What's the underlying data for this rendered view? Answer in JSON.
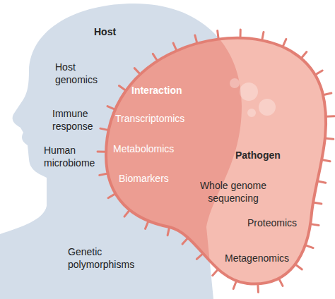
{
  "diagram": {
    "nodes": [
      {
        "text": [
          "Host",
          "Host genomics",
          "Immune response",
          "Human microbiome",
          "Genetic polymorphisms"
        ]
      },
      {
        "text": [
          "Interaction",
          "Transcriptomics",
          "Metabolomics",
          "Biomarkers",
          "Pathogen",
          "Proteomics",
          "Metagenomics"
        ]
      },
      {
        "text": [
          "Whole genome sequencing"
        ],
        "in": 1
      }
    ]
  }
}
